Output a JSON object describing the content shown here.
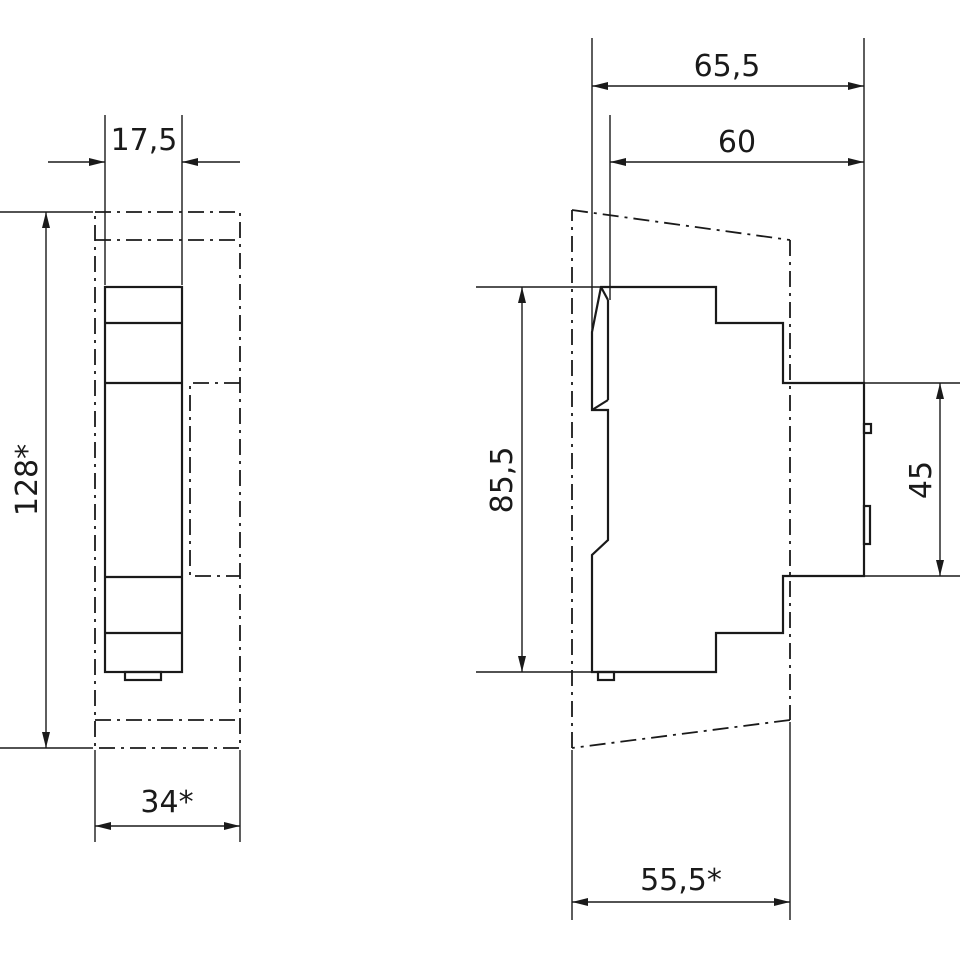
{
  "dimensions": {
    "front_width": "17,5",
    "front_height": "128*",
    "front_envelope_width": "34*",
    "side_depth_overall": "65,5",
    "side_depth_body": "60",
    "side_height": "85,5",
    "side_front_height": "45",
    "side_envelope_depth": "55,5*"
  }
}
